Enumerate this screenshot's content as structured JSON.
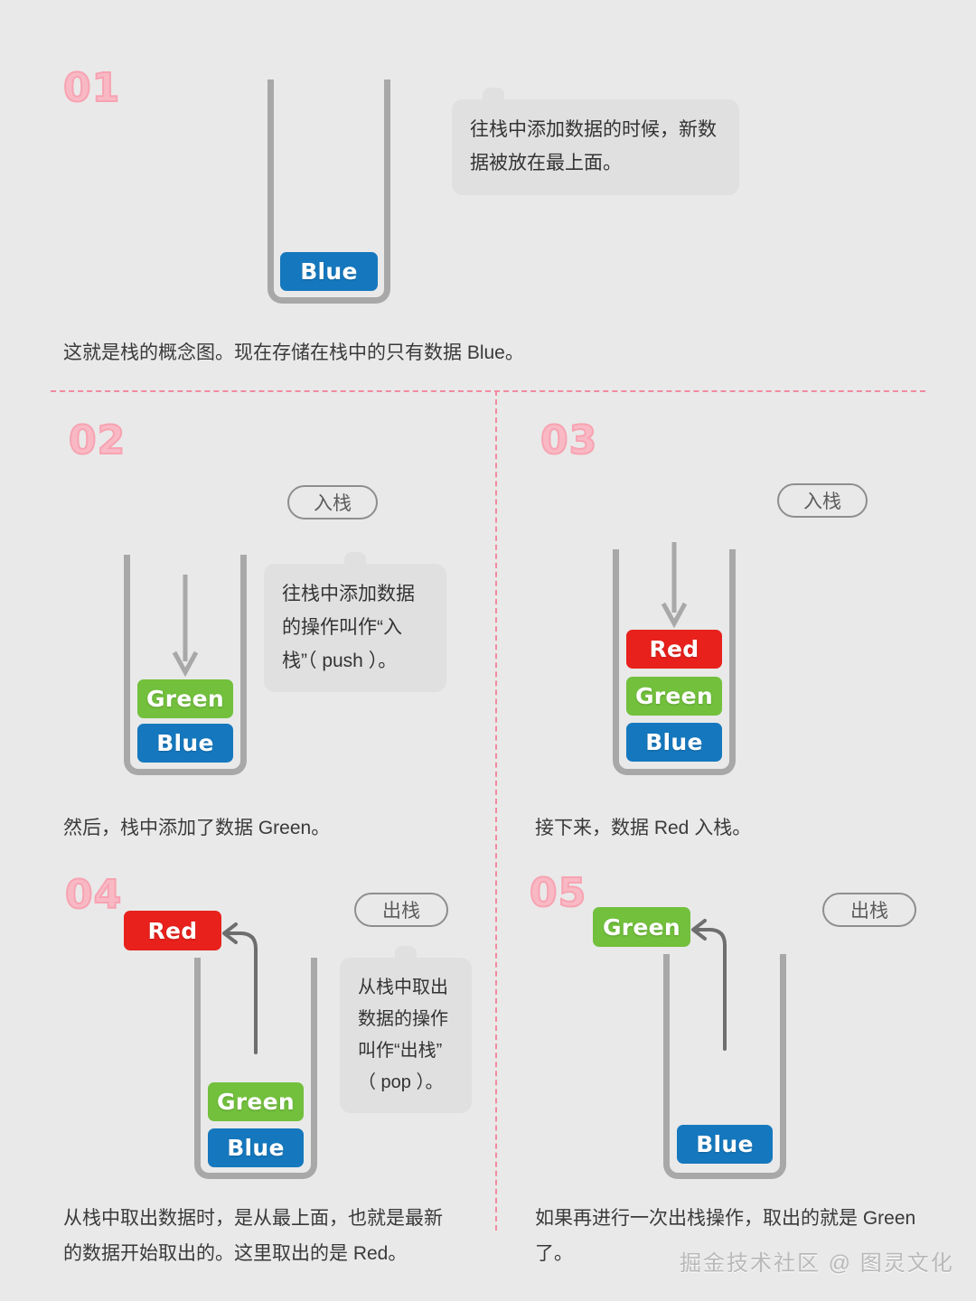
{
  "page": {
    "background_color": "#e9e9e9",
    "watermark": "掘金技术社区 @ 图灵文化"
  },
  "palette": {
    "red": "#e8211c",
    "green": "#72c03c",
    "blue": "#1578be",
    "container_gray": "#a8a8a8",
    "bubble_gray": "#e0e0e0",
    "badge_pink": "#f8b9c4",
    "divider_pink": "#f08ba0"
  },
  "steps": [
    {
      "number": "01",
      "operation_label": "",
      "blocks": [
        {
          "label": "Blue",
          "color": "#1578be"
        }
      ],
      "bubble_lines": [
        "往栈中添加数据的时候，新数",
        "据被放在最上面。"
      ],
      "caption": "这就是栈的概念图。现在存储在栈中的只有数据 Blue。"
    },
    {
      "number": "02",
      "operation_label": "入栈",
      "blocks": [
        {
          "label": "Green",
          "color": "#72c03c"
        },
        {
          "label": "Blue",
          "color": "#1578be"
        }
      ],
      "bubble_lines": [
        "往栈中添加数据",
        "的操作叫作“入",
        "栈”（ push ）。"
      ],
      "caption": "然后，栈中添加了数据 Green。"
    },
    {
      "number": "03",
      "operation_label": "入栈",
      "blocks": [
        {
          "label": "Red",
          "color": "#e8211c"
        },
        {
          "label": "Green",
          "color": "#72c03c"
        },
        {
          "label": "Blue",
          "color": "#1578be"
        }
      ],
      "bubble_lines": [],
      "caption": "接下来，数据 Red 入栈。"
    },
    {
      "number": "04",
      "operation_label": "出栈",
      "popped_block": {
        "label": "Red",
        "color": "#e8211c"
      },
      "blocks": [
        {
          "label": "Green",
          "color": "#72c03c"
        },
        {
          "label": "Blue",
          "color": "#1578be"
        }
      ],
      "bubble_lines": [
        "从栈中取出",
        "数据的操作",
        "叫作“出栈”",
        "（ pop ）。"
      ],
      "caption_lines": [
        "从栈中取出数据时，是从最上面，也就是最新",
        "的数据开始取出的。这里取出的是 Red。"
      ]
    },
    {
      "number": "05",
      "operation_label": "出栈",
      "popped_block": {
        "label": "Green",
        "color": "#72c03c"
      },
      "blocks": [
        {
          "label": "Blue",
          "color": "#1578be"
        }
      ],
      "bubble_lines": [],
      "caption_lines": [
        "如果再进行一次出栈操作，取出的就是 Green",
        "了。"
      ]
    }
  ]
}
